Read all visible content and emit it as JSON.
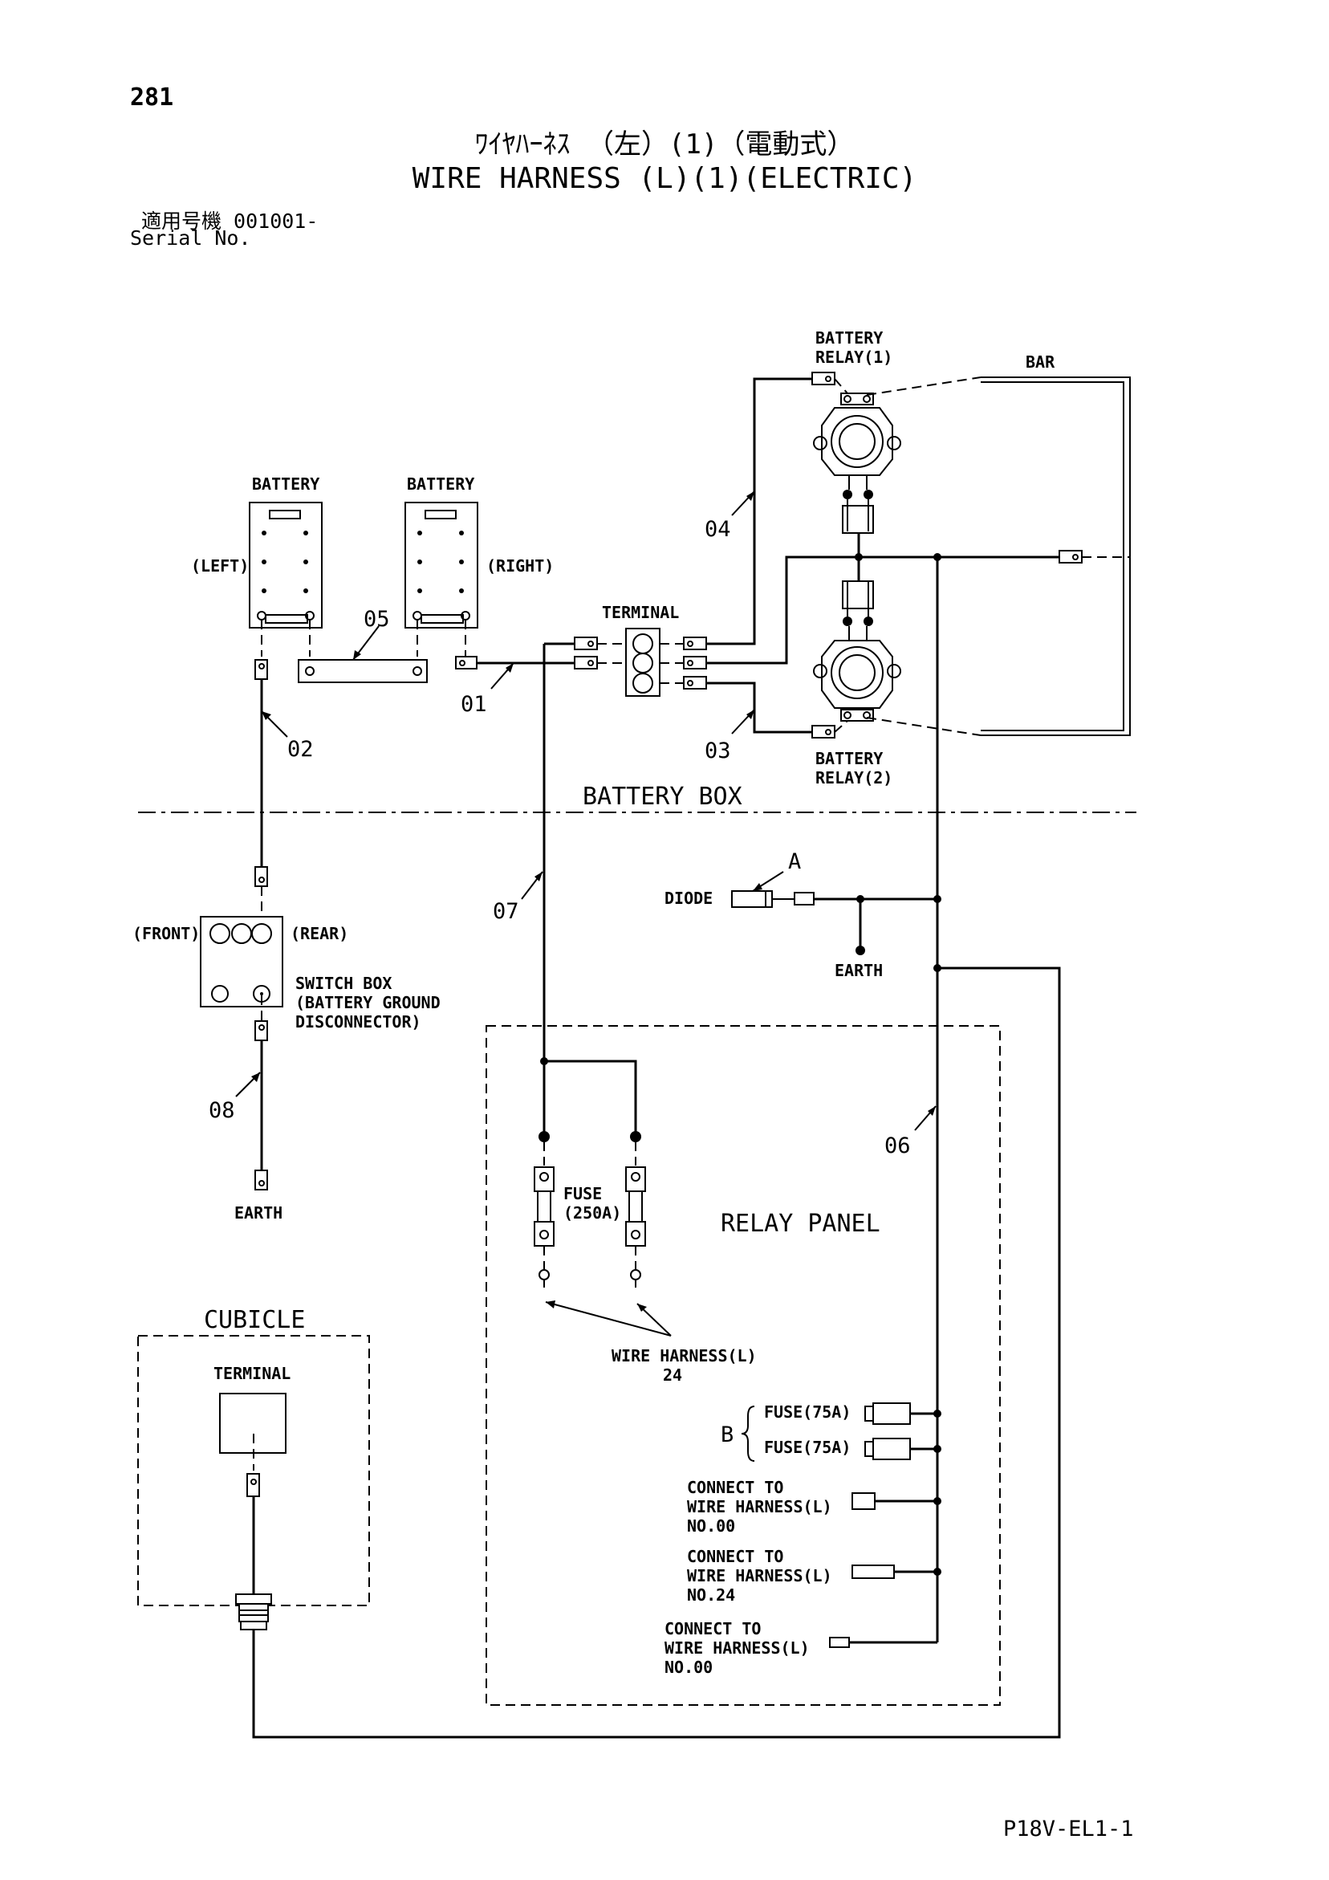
{
  "header": {
    "page_number": "281",
    "title_jp": "ﾜｲﾔﾊｰﾈｽ （左）(1)（電動式）",
    "title_en": "WIRE HARNESS (L)(1)(ELECTRIC)",
    "serial_jp": "適用号機  001001-",
    "serial_en": "Serial No."
  },
  "labels": {
    "battery_left": "BATTERY",
    "battery_right": "BATTERY",
    "left": "(LEFT)",
    "right": "(RIGHT)",
    "terminal_top": "TERMINAL",
    "battery_relay_1_a": "BATTERY",
    "battery_relay_1_b": "RELAY(1)",
    "battery_relay_2_a": "BATTERY",
    "battery_relay_2_b": "RELAY(2)",
    "bar": "BAR",
    "battery_box": "BATTERY BOX",
    "diode": "DIODE",
    "callout_a": "A",
    "earth_diode": "EARTH",
    "front": "(FRONT)",
    "rear": "(REAR)",
    "switch_box_1": "SWITCH BOX",
    "switch_box_2": "(BATTERY GROUND",
    "switch_box_3": "DISCONNECTOR)",
    "earth_bottom": "EARTH",
    "fuse_1": "FUSE",
    "fuse_2": "(250A)",
    "relay_panel": "RELAY PANEL",
    "wire_harness_1": "WIRE HARNESS(L)",
    "wire_harness_2": "24",
    "cubicle": "CUBICLE",
    "terminal_cubicle": "TERMINAL",
    "callout_b": "B",
    "fuse_75a_1": "FUSE(75A)",
    "fuse_75a_2": "FUSE(75A)",
    "connect1_a": "CONNECT TO",
    "connect1_b": "WIRE HARNESS(L)",
    "connect1_c": "NO.00",
    "connect2_a": "CONNECT TO",
    "connect2_b": "WIRE HARNESS(L)",
    "connect2_c": "NO.24",
    "connect3_a": "CONNECT TO",
    "connect3_b": "WIRE HARNESS(L)",
    "connect3_c": "NO.00"
  },
  "wire_numbers": {
    "w01": "01",
    "w02": "02",
    "w03": "03",
    "w04": "04",
    "w05": "05",
    "w06": "06",
    "w07": "07",
    "w08": "08"
  },
  "footer": {
    "doc_code": "P18V-EL1-1"
  }
}
